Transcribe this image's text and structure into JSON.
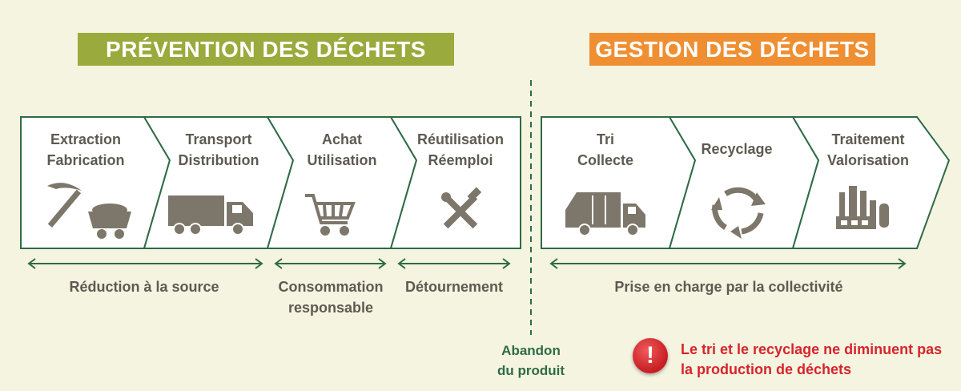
{
  "banners": {
    "prevention": "PRÉVENTION DES DÉCHETS",
    "gestion": "GESTION DES DÉCHETS"
  },
  "stages": [
    {
      "line1": "Extraction",
      "line2": "Fabrication",
      "icon": "mining-icon"
    },
    {
      "line1": "Transport",
      "line2": "Distribution",
      "icon": "truck-icon"
    },
    {
      "line1": "Achat",
      "line2": "Utilisation",
      "icon": "shopping-cart-icon"
    },
    {
      "line1": "Réutilisation",
      "line2": "Réemploi",
      "icon": "tools-icon"
    },
    {
      "line1": "Tri",
      "line2": "Collecte",
      "icon": "garbage-truck-icon"
    },
    {
      "line1": "Recyclage",
      "line2": "",
      "icon": "recycle-icon"
    },
    {
      "line1": "Traitement",
      "line2": "Valorisation",
      "icon": "factory-icon"
    }
  ],
  "ranges": [
    {
      "line1": "Réduction à la source",
      "line2": ""
    },
    {
      "line1": "Consommation",
      "line2": "responsable"
    },
    {
      "line1": "Détournement",
      "line2": ""
    },
    {
      "line1": "Prise en charge par la collectivité",
      "line2": ""
    }
  ],
  "divider": {
    "line1": "Abandon",
    "line2": "du produit"
  },
  "warning": {
    "line1": "Le tri et le recyclage ne diminuent pas",
    "line2": "la production de déchets",
    "icon": "exclamation-icon"
  },
  "colors": {
    "prevention": "#9aaa3c",
    "gestion": "#ef8f32",
    "border": "#2f6b45",
    "icon": "#7d766a",
    "warning": "#d6252b"
  }
}
